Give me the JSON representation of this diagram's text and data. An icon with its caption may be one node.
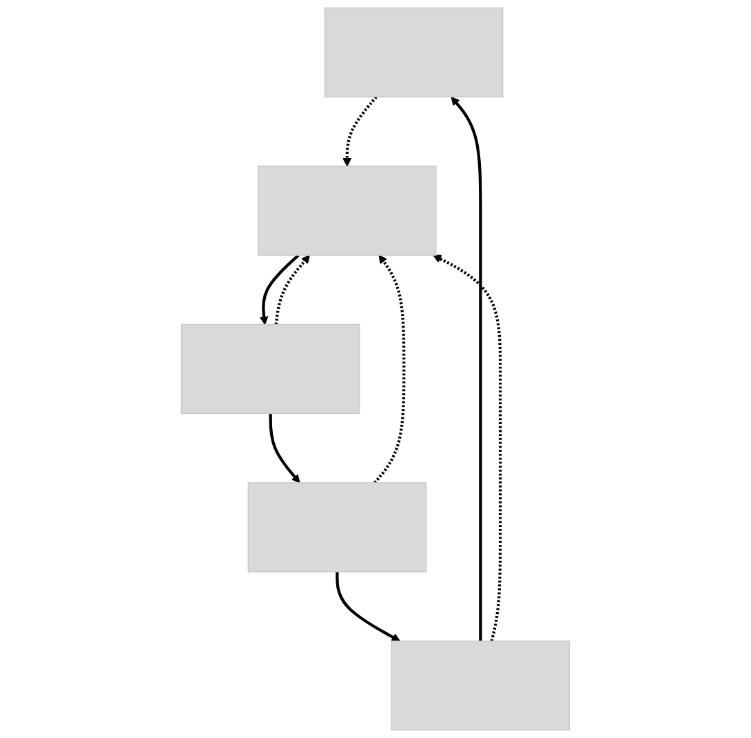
{
  "diagram": {
    "nodes": [
      {
        "text": [],
        "shape": "box"
      },
      {
        "text": [],
        "shape": "box"
      },
      {
        "text": [],
        "shape": "box"
      },
      {
        "text": [],
        "shape": "box"
      },
      {
        "text": [],
        "shape": "box"
      }
    ],
    "edges": [
      {
        "from": 0,
        "to": 2,
        "arrow": "to",
        "style": "dashed"
      },
      {
        "from": 2,
        "to": 1,
        "arrow": "to"
      },
      {
        "from": 1,
        "to": 2,
        "arrow": "to",
        "style": "dashed"
      },
      {
        "from": 1,
        "to": 4,
        "arrow": "to"
      },
      {
        "from": 4,
        "to": 3,
        "arrow": "to"
      },
      {
        "from": 3,
        "to": 0,
        "arrow": "to"
      },
      {
        "from": 3,
        "to": 2,
        "arrow": "to",
        "style": "dashed"
      },
      {
        "from": 4,
        "to": 2,
        "arrow": "to",
        "style": "dashed"
      }
    ]
  }
}
